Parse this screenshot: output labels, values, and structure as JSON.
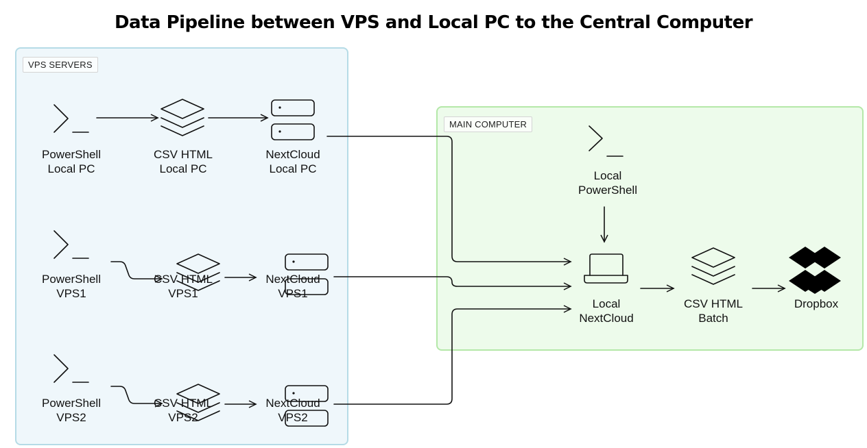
{
  "title": "Data Pipeline between VPS and Local PC to the Central Computer",
  "groups": {
    "vps": {
      "label": "VPS SERVERS",
      "border": "#b5dbe6",
      "fill": "#e2f0f7"
    },
    "main": {
      "label": "MAIN COMPUTER",
      "border": "#b4e8a8",
      "fill": "#e1f8de"
    }
  },
  "nodes": {
    "ps_local": {
      "line1": "PowerShell",
      "line2": "Local PC",
      "icon": "terminal-icon"
    },
    "csv_local": {
      "line1": "CSV HTML",
      "line2": "Local PC",
      "icon": "layers-icon"
    },
    "nc_local": {
      "line1": "NextCloud",
      "line2": "Local PC",
      "icon": "server-icon"
    },
    "ps_vps1": {
      "line1": "PowerShell",
      "line2": "VPS1",
      "icon": "terminal-icon"
    },
    "csv_vps1": {
      "line1": "CSV HTML",
      "line2": "VPS1",
      "icon": "layers-icon"
    },
    "nc_vps1": {
      "line1": "NextCloud",
      "line2": "VPS1",
      "icon": "server-icon"
    },
    "ps_vps2": {
      "line1": "PowerShell",
      "line2": "VPS2",
      "icon": "terminal-icon"
    },
    "csv_vps2": {
      "line1": "CSV HTML",
      "line2": "VPS2",
      "icon": "layers-icon"
    },
    "nc_vps2": {
      "line1": "NextCloud",
      "line2": "VPS2",
      "icon": "server-icon"
    },
    "local_ps": {
      "line1": "Local",
      "line2": "PowerShell",
      "icon": "terminal-icon"
    },
    "local_nc": {
      "line1": "Local",
      "line2": "NextCloud",
      "icon": "laptop-icon"
    },
    "csv_batch": {
      "line1": "CSV HTML",
      "line2": "Batch",
      "icon": "layers-icon"
    },
    "dropbox": {
      "line1": "Dropbox",
      "line2": "",
      "icon": "dropbox-icon"
    }
  }
}
